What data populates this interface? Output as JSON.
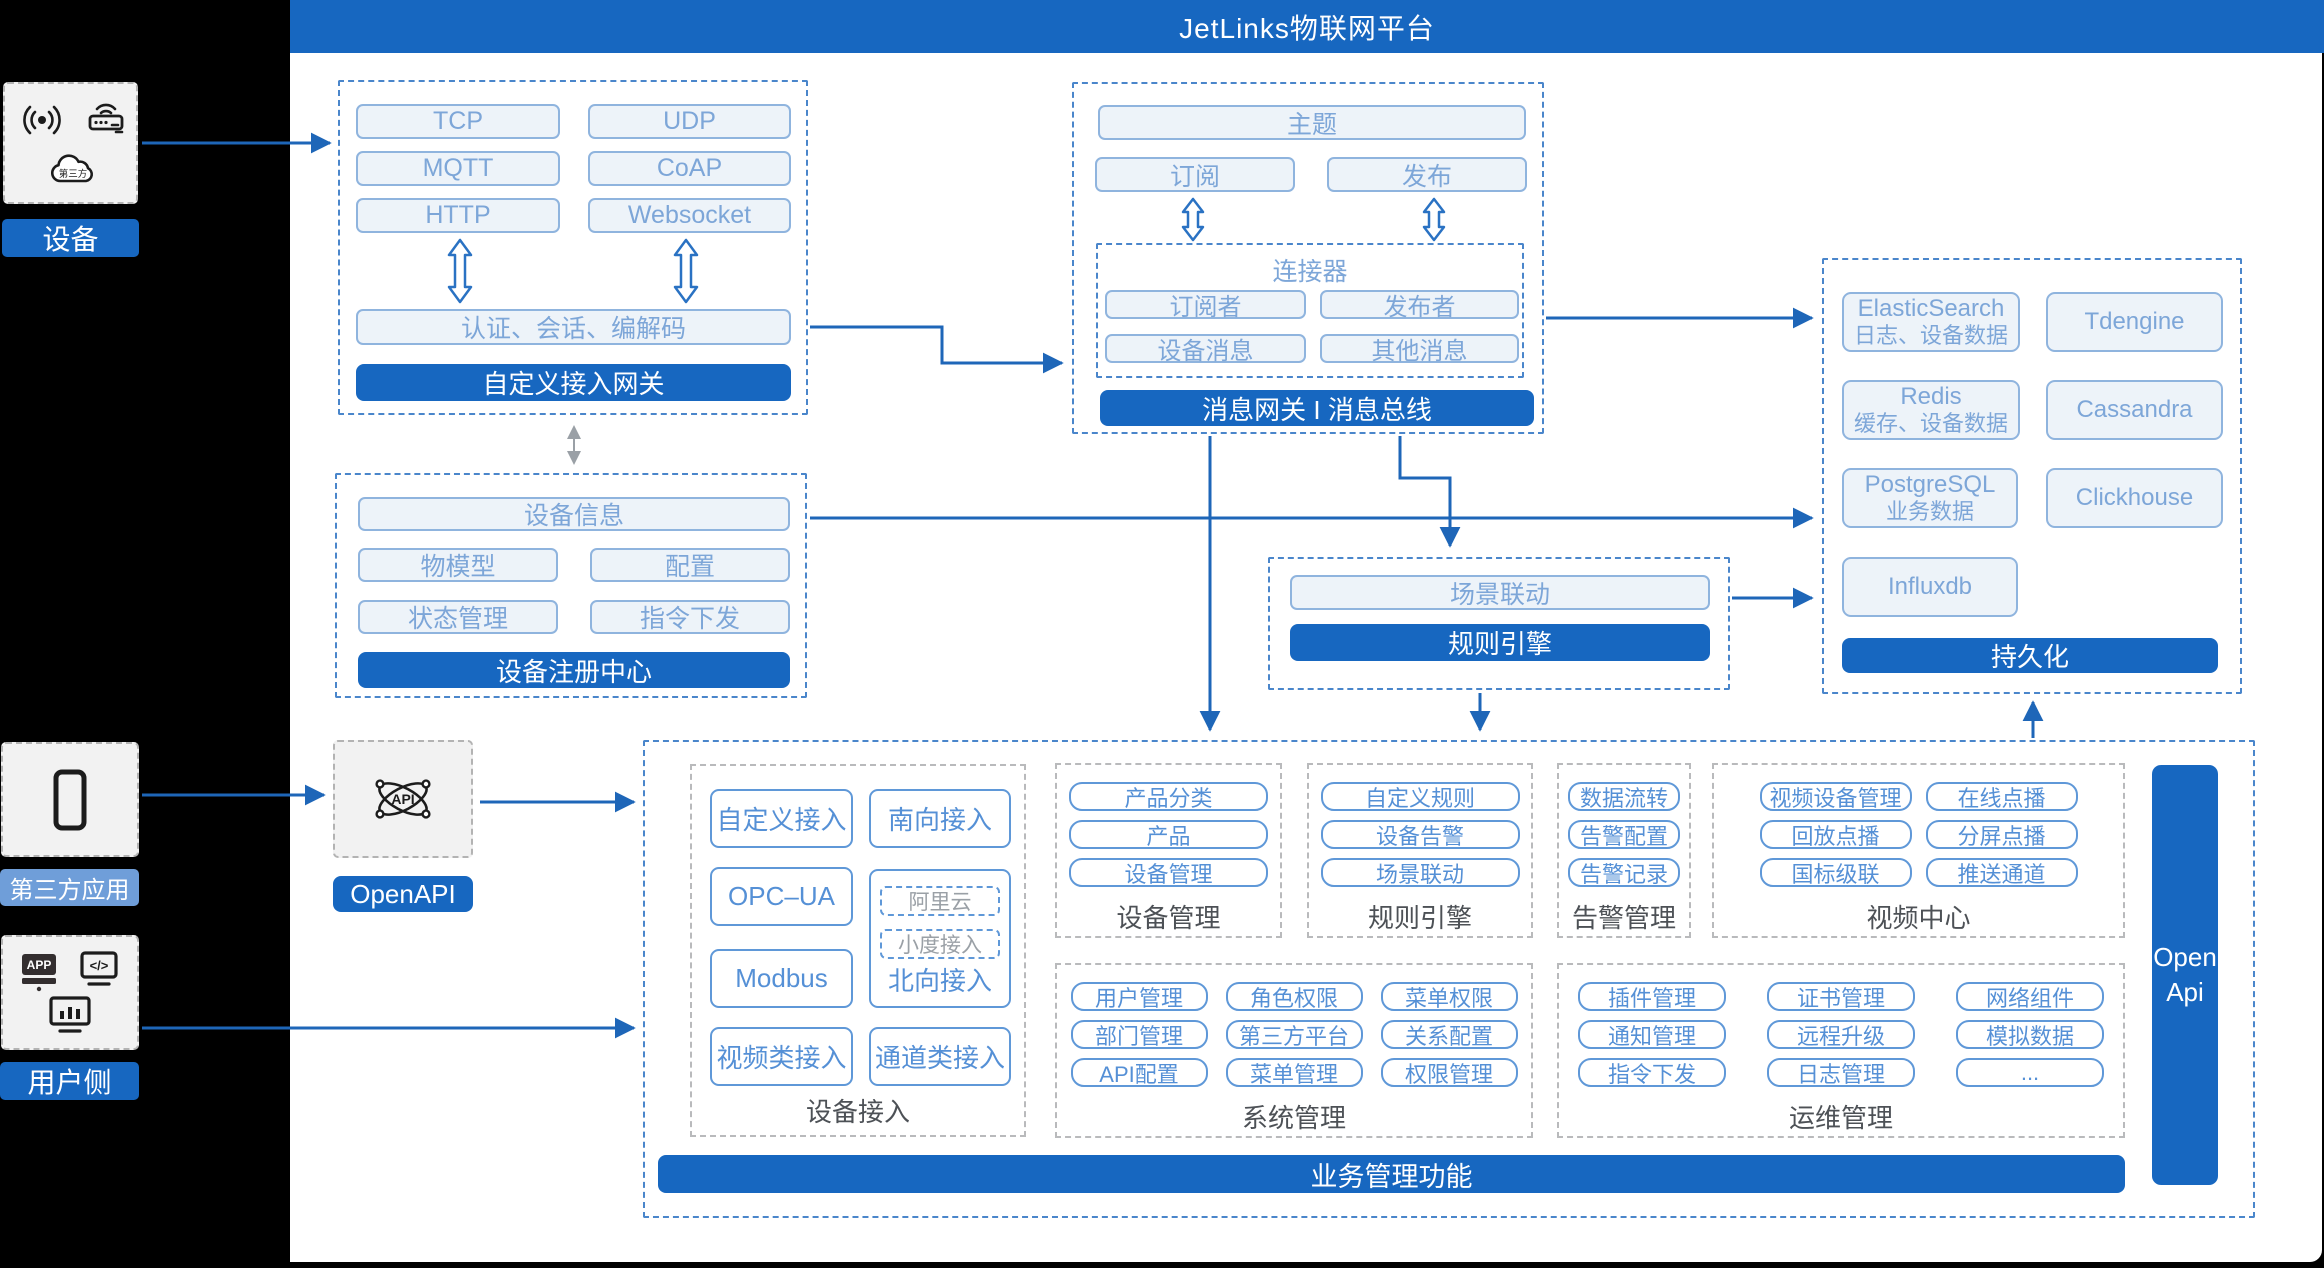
{
  "title": "JetLinks物联网平台",
  "colors": {
    "primary_blue": "#1767c0",
    "light_label_blue": "#6f9ed9",
    "box_border_blue": "#8fb4de",
    "box_text_blue": "#7da6d8",
    "item_text_blue": "#5590d6",
    "dashed_blue": "#4a86cb",
    "section_label_gray": "#4d5156"
  },
  "left": {
    "device": {
      "label": "设备",
      "cloud_text": "第三方",
      "icons": [
        "broadcast-icon",
        "router-icon",
        "third-party-cloud-icon"
      ]
    },
    "third_party": {
      "label": "第三方应用",
      "icons": [
        "phone-icon"
      ]
    },
    "user": {
      "label": "用户侧",
      "app_text": "APP",
      "code_text": "</>",
      "icons": [
        "app-icon",
        "code-icon",
        "monitor-chart-icon"
      ]
    }
  },
  "gateway": {
    "protocols": [
      "TCP",
      "UDP",
      "MQTT",
      "CoAP",
      "HTTP",
      "Websocket"
    ],
    "codec": "认证、会话、编解码",
    "footer": "自定义接入网关"
  },
  "registry": {
    "info": "设备信息",
    "items": [
      "物模型",
      "配置",
      "状态管理",
      "指令下发"
    ],
    "footer": "设备注册中心"
  },
  "message": {
    "topic": "主题",
    "subscribe": "订阅",
    "publish": "发布",
    "connector": {
      "title": "连接器",
      "items": [
        "订阅者",
        "发布者",
        "设备消息",
        "其他消息"
      ]
    },
    "footer": "消息网关 I 消息总线"
  },
  "rule": {
    "scene": "场景联动",
    "footer": "规则引擎"
  },
  "persistence": {
    "left": [
      {
        "title": "ElasticSearch",
        "sub": "日志、设备数据"
      },
      {
        "title": "Redis",
        "sub": "缓存、设备数据"
      },
      {
        "title": "PostgreSQL",
        "sub": "业务数据"
      },
      {
        "title": "Influxdb",
        "sub": ""
      }
    ],
    "right": [
      "Tdengine",
      "Cassandra",
      "Clickhouse"
    ],
    "footer": "持久化"
  },
  "openapi": {
    "label": "OpenAPI",
    "icon_text": "API"
  },
  "business": {
    "device_access": {
      "label": "设备接入",
      "items": [
        "自定义接入",
        "南向接入",
        "OPC–UA",
        "Modbus",
        "视频类接入",
        "通道类接入"
      ],
      "north": {
        "label": "北向接入",
        "alt": [
          "阿里云",
          "小度接入"
        ]
      }
    },
    "device_mgmt": {
      "label": "设备管理",
      "items": [
        "产品分类",
        "产品",
        "设备管理"
      ]
    },
    "rule_engine": {
      "label": "规则引擎",
      "items": [
        "自定义规则",
        "设备告警",
        "场景联动"
      ]
    },
    "alarm": {
      "label": "告警管理",
      "items": [
        "数据流转",
        "告警配置",
        "告警记录"
      ]
    },
    "video": {
      "label": "视频中心",
      "items": [
        "视频设备管理",
        "在线点播",
        "回放点播",
        "分屏点播",
        "国标级联",
        "推送通道"
      ]
    },
    "system": {
      "label": "系统管理",
      "items": [
        "用户管理",
        "角色权限",
        "菜单权限",
        "部门管理",
        "第三方平台",
        "关系配置",
        "API配置",
        "菜单管理",
        "权限管理"
      ]
    },
    "ops": {
      "label": "运维管理",
      "items": [
        "插件管理",
        "证书管理",
        "网络组件",
        "通知管理",
        "远程升级",
        "模拟数据",
        "指令下发",
        "日志管理",
        "..."
      ]
    },
    "open_api_bar": {
      "lines": [
        "Open",
        "Api"
      ]
    },
    "footer": "业务管理功能"
  }
}
